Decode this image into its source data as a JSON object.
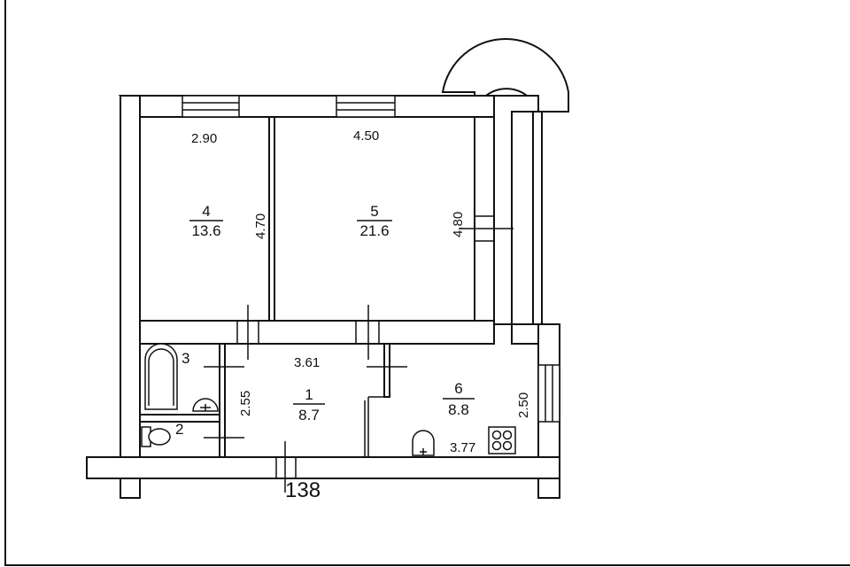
{
  "plan": {
    "building_number": "138",
    "rooms": [
      {
        "number": "1",
        "area": "8.7",
        "width": "3.61",
        "length": "2.55"
      },
      {
        "number": "2"
      },
      {
        "number": "3"
      },
      {
        "number": "4",
        "area": "13.6",
        "width": "2.90",
        "length": "4.70"
      },
      {
        "number": "5",
        "area": "21.6",
        "width": "4.50",
        "length": "4.80"
      },
      {
        "number": "6",
        "area": "8.8",
        "width": "3.77",
        "length": "2.50"
      }
    ]
  }
}
